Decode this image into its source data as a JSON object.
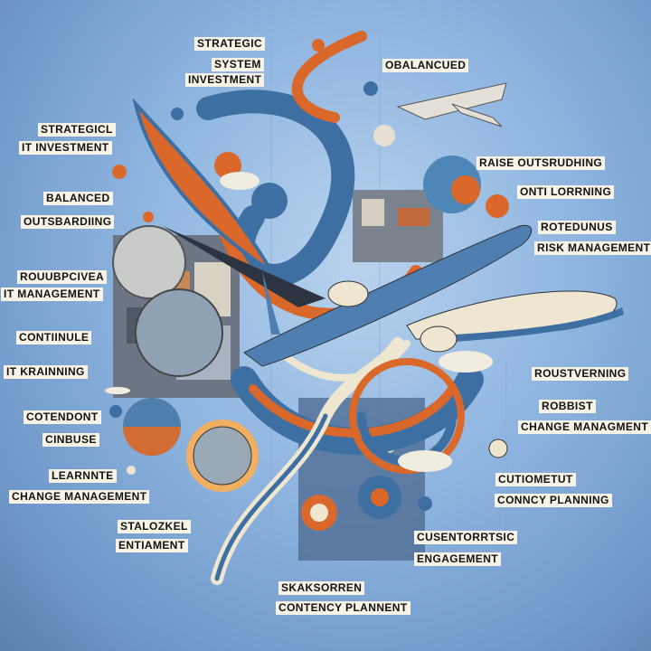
{
  "labels": {
    "strategic_system_investment": [
      "STRATEGIC",
      "SYSTEM",
      "INVESTMENT"
    ],
    "obalancued": [
      "OBALANCUED"
    ],
    "strategicl_it_investment": [
      "STRATEGICL",
      "IT INVESTMENT"
    ],
    "balanced_outsbardiing": [
      "BALANCED",
      "OUTSBARDIING"
    ],
    "raise_outsrudhing": [
      "RAISE OUTSRUDHING"
    ],
    "onti_lorrning": [
      "ONTI LORRNING"
    ],
    "rotedunus_risk_management": [
      "ROTEDUNUS",
      "RISK MANAGEMENT"
    ],
    "rouubpcivea_it_management": [
      "ROUUBPCIVEA",
      "IT MANAGEMENT"
    ],
    "continule": [
      "CONTIINULE"
    ],
    "it_krainning": [
      "IT KRAINNING"
    ],
    "cotendont_cinbuse": [
      "COTENDONT",
      "CINBUSE"
    ],
    "roustverning": [
      "ROUSTVERNING"
    ],
    "robbist_change_managment": [
      "ROBBIST",
      "CHANGE MANAGMENT"
    ],
    "learnnte_change_management": [
      "LEARNNTE",
      "CHANGE MANAGEMENT"
    ],
    "cutiometut_conncy_planning": [
      "CUTIOMETUT",
      "CONNCY PLANNING"
    ],
    "stalozkel_entiament": [
      "STALOZKEL",
      "ENTIAMENT"
    ],
    "cusentorrtsic_engagement": [
      "CUSENTORRTSIC",
      "ENGAGEMENT"
    ],
    "skaksorren_contency_plannent": [
      "SKAKSORREN",
      "CONTENCY PLANNENT"
    ]
  },
  "colors": {
    "blue": "#3d6fa3",
    "orange": "#d9682a",
    "cream": "#efe6d2",
    "dark": "#2b3440"
  }
}
